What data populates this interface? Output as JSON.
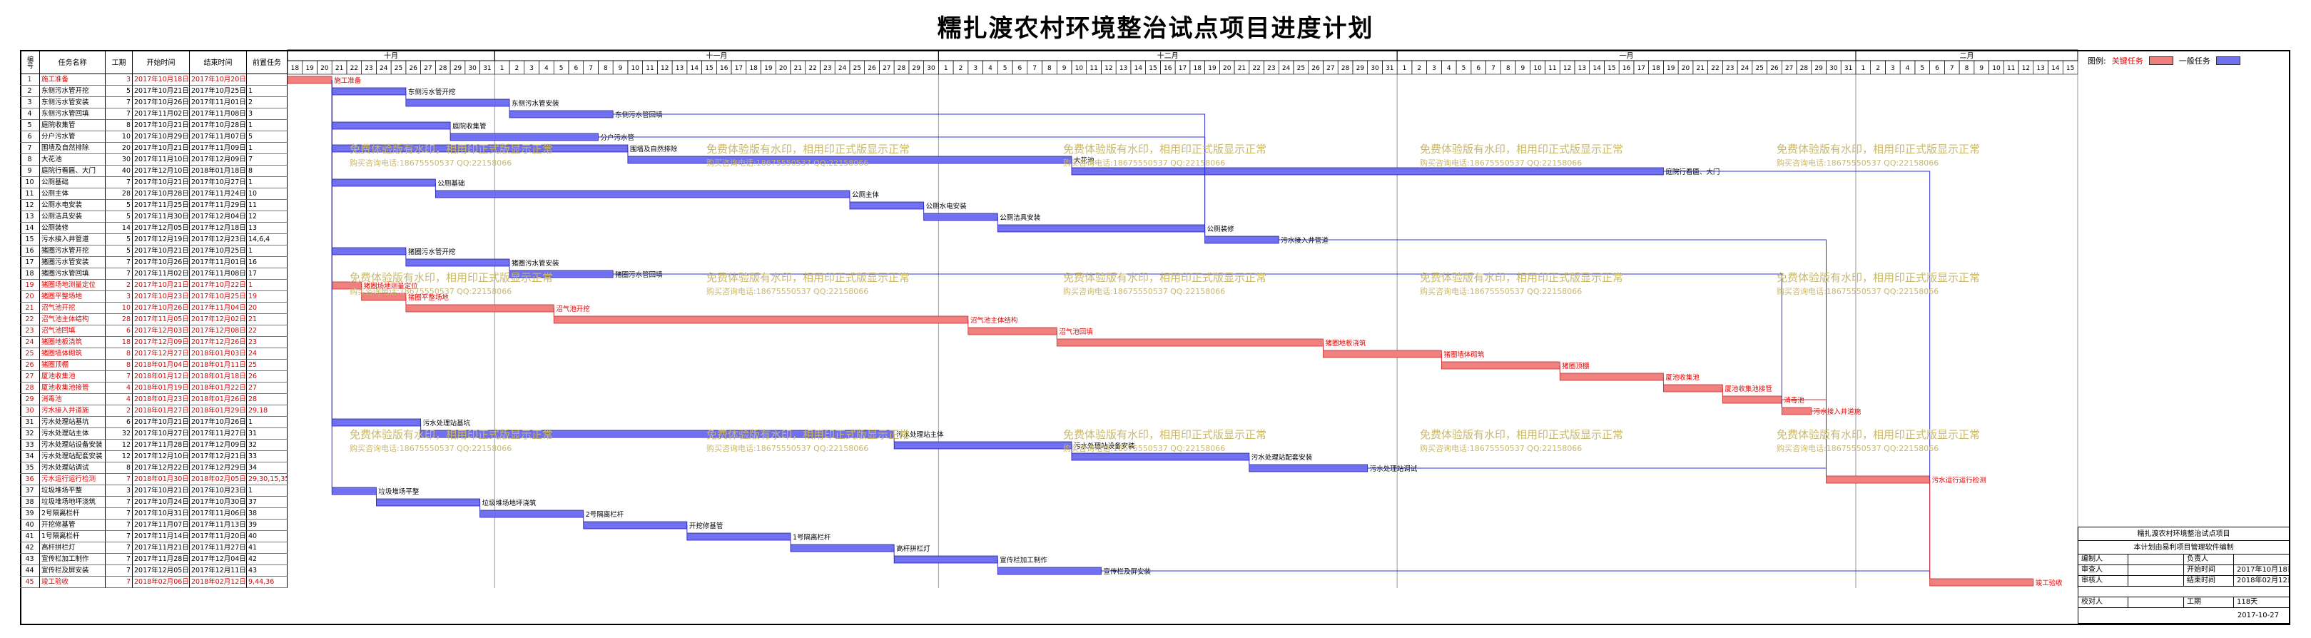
{
  "title": "糯扎渡农村环境整治试点项目进度计划",
  "colors": {
    "critical": "#f08080",
    "normal": "#7070f0",
    "critical_text": "#e00000"
  },
  "columns": [
    "编号",
    "任务名称",
    "工期",
    "开始时间",
    "结束时间",
    "前置任务"
  ],
  "months": [
    "十月",
    "十一月",
    "十二月",
    "一月",
    "二月"
  ],
  "watermark": {
    "line1": "免费体验版有水印，相用印正式版显示正常",
    "line2": "购买咨询电话:18675550537 QQ:22158066"
  },
  "legend": {
    "label": "图例:",
    "critical": "关键任务",
    "normal": "一般任务"
  },
  "info": {
    "project": "糯扎渡农村环境整治试点项目",
    "software": "本计划由易利项目管理软件编制",
    "rows": [
      {
        "k1": "编制人",
        "v1": "",
        "k2": "负责人",
        "v2": ""
      },
      {
        "k1": "审查人",
        "v1": "",
        "k2": "开始时间",
        "v2": "2017年10月18日"
      },
      {
        "k1": "审核人",
        "v1": "",
        "k2": "结束时间",
        "v2": "2018年02月12日"
      },
      {
        "k1": "校对人",
        "v1": "",
        "k2": "工期",
        "v2": "118天"
      }
    ],
    "date": "2017-10-27"
  },
  "tasks": [
    {
      "id": "1",
      "name": "施工准备",
      "dur": "3",
      "start": "2017年10月18日",
      "end": "2017年10月20日",
      "pred": "",
      "crit": true,
      "s": 0,
      "d": 3
    },
    {
      "id": "2",
      "name": "东侧污水管开挖",
      "dur": "5",
      "start": "2017年10月21日",
      "end": "2017年10月25日",
      "pred": "1",
      "crit": false,
      "s": 3,
      "d": 5
    },
    {
      "id": "3",
      "name": "东侧污水管安装",
      "dur": "7",
      "start": "2017年10月26日",
      "end": "2017年11月01日",
      "pred": "2",
      "crit": false,
      "s": 8,
      "d": 7
    },
    {
      "id": "4",
      "name": "东侧污水管回填",
      "dur": "7",
      "start": "2017年11月02日",
      "end": "2017年11月08日",
      "pred": "3",
      "crit": false,
      "s": 15,
      "d": 7
    },
    {
      "id": "5",
      "name": "庭院收集管",
      "dur": "8",
      "start": "2017年10月21日",
      "end": "2017年10月28日",
      "pred": "1",
      "crit": false,
      "s": 3,
      "d": 8
    },
    {
      "id": "6",
      "name": "分户污水管",
      "dur": "10",
      "start": "2017年10月29日",
      "end": "2017年11月07日",
      "pred": "5",
      "crit": false,
      "s": 11,
      "d": 10
    },
    {
      "id": "7",
      "name": "围墙及自然排除",
      "dur": "20",
      "start": "2017年10月21日",
      "end": "2017年11月09日",
      "pred": "1",
      "crit": false,
      "s": 3,
      "d": 20
    },
    {
      "id": "8",
      "name": "大花池",
      "dur": "30",
      "start": "2017年11月10日",
      "end": "2017年12月09日",
      "pred": "7",
      "crit": false,
      "s": 23,
      "d": 30
    },
    {
      "id": "9",
      "name": "庭院行看匾、大门",
      "dur": "40",
      "start": "2017年12月10日",
      "end": "2018年01月18日",
      "pred": "8",
      "crit": false,
      "s": 53,
      "d": 40
    },
    {
      "id": "10",
      "name": "公厕基础",
      "dur": "7",
      "start": "2017年10月21日",
      "end": "2017年10月27日",
      "pred": "1",
      "crit": false,
      "s": 3,
      "d": 7
    },
    {
      "id": "11",
      "name": "公厕主体",
      "dur": "28",
      "start": "2017年10月28日",
      "end": "2017年11月24日",
      "pred": "10",
      "crit": false,
      "s": 10,
      "d": 28
    },
    {
      "id": "12",
      "name": "公厕水电安装",
      "dur": "5",
      "start": "2017年11月25日",
      "end": "2017年11月29日",
      "pred": "11",
      "crit": false,
      "s": 38,
      "d": 5
    },
    {
      "id": "13",
      "name": "公厕洁具安装",
      "dur": "5",
      "start": "2017年11月30日",
      "end": "2017年12月04日",
      "pred": "12",
      "crit": false,
      "s": 43,
      "d": 5
    },
    {
      "id": "14",
      "name": "公厕装修",
      "dur": "14",
      "start": "2017年12月05日",
      "end": "2017年12月18日",
      "pred": "13",
      "crit": false,
      "s": 48,
      "d": 14
    },
    {
      "id": "15",
      "name": "污水接入井管道",
      "dur": "5",
      "start": "2017年12月19日",
      "end": "2017年12月23日",
      "pred": "14,6,4",
      "crit": false,
      "s": 62,
      "d": 5
    },
    {
      "id": "16",
      "name": "猪圈污水管开挖",
      "dur": "5",
      "start": "2017年10月21日",
      "end": "2017年10月25日",
      "pred": "1",
      "crit": false,
      "s": 3,
      "d": 5
    },
    {
      "id": "17",
      "name": "猪圈污水管安装",
      "dur": "7",
      "start": "2017年10月26日",
      "end": "2017年11月01日",
      "pred": "16",
      "crit": false,
      "s": 8,
      "d": 7
    },
    {
      "id": "18",
      "name": "猪圈污水管回填",
      "dur": "7",
      "start": "2017年11月02日",
      "end": "2017年11月08日",
      "pred": "17",
      "crit": false,
      "s": 15,
      "d": 7
    },
    {
      "id": "19",
      "name": "猪圈场地测量定位",
      "dur": "2",
      "start": "2017年10月21日",
      "end": "2017年10月22日",
      "pred": "1",
      "crit": true,
      "s": 3,
      "d": 2
    },
    {
      "id": "20",
      "name": "猪圈平整场地",
      "dur": "3",
      "start": "2017年10月23日",
      "end": "2017年10月25日",
      "pred": "19",
      "crit": true,
      "s": 5,
      "d": 3
    },
    {
      "id": "21",
      "name": "沼气池开挖",
      "dur": "10",
      "start": "2017年10月26日",
      "end": "2017年11月04日",
      "pred": "20",
      "crit": true,
      "s": 8,
      "d": 10
    },
    {
      "id": "22",
      "name": "沼气池主体结构",
      "dur": "28",
      "start": "2017年11月05日",
      "end": "2017年12月02日",
      "pred": "21",
      "crit": true,
      "s": 18,
      "d": 28
    },
    {
      "id": "23",
      "name": "沼气池回填",
      "dur": "6",
      "start": "2017年12月03日",
      "end": "2017年12月08日",
      "pred": "22",
      "crit": true,
      "s": 46,
      "d": 6
    },
    {
      "id": "24",
      "name": "猪圈地板浇筑",
      "dur": "18",
      "start": "2017年12月09日",
      "end": "2017年12月26日",
      "pred": "23",
      "crit": true,
      "s": 52,
      "d": 18
    },
    {
      "id": "25",
      "name": "猪圈墙体砌筑",
      "dur": "8",
      "start": "2017年12月27日",
      "end": "2018年01月03日",
      "pred": "24",
      "crit": true,
      "s": 70,
      "d": 8
    },
    {
      "id": "26",
      "name": "猪圈顶棚",
      "dur": "8",
      "start": "2018年01月04日",
      "end": "2018年01月11日",
      "pred": "25",
      "crit": true,
      "s": 78,
      "d": 8
    },
    {
      "id": "27",
      "name": "厦池收集池",
      "dur": "7",
      "start": "2018年01月12日",
      "end": "2018年01月18日",
      "pred": "26",
      "crit": true,
      "s": 86,
      "d": 7
    },
    {
      "id": "28",
      "name": "厦池收集池接管",
      "dur": "4",
      "start": "2018年01月19日",
      "end": "2018年01月22日",
      "pred": "27",
      "crit": true,
      "s": 93,
      "d": 4
    },
    {
      "id": "29",
      "name": "消毒池",
      "dur": "4",
      "start": "2018年01月23日",
      "end": "2018年01月26日",
      "pred": "28",
      "crit": true,
      "s": 97,
      "d": 4
    },
    {
      "id": "30",
      "name": "污水接入井道施",
      "dur": "2",
      "start": "2018年01月27日",
      "end": "2018年01月29日",
      "pred": "29,18",
      "crit": true,
      "s": 101,
      "d": 2
    },
    {
      "id": "31",
      "name": "污水处理站基坑",
      "dur": "6",
      "start": "2017年10月21日",
      "end": "2017年10月26日",
      "pred": "1",
      "crit": false,
      "s": 3,
      "d": 6
    },
    {
      "id": "32",
      "name": "污水处理站主体",
      "dur": "32",
      "start": "2017年10月27日",
      "end": "2017年11月27日",
      "pred": "31",
      "crit": false,
      "s": 9,
      "d": 32
    },
    {
      "id": "33",
      "name": "污水处理站设备安装",
      "dur": "12",
      "start": "2017年11月28日",
      "end": "2017年12月09日",
      "pred": "32",
      "crit": false,
      "s": 41,
      "d": 12
    },
    {
      "id": "34",
      "name": "污水处理站配套安装",
      "dur": "12",
      "start": "2017年12月10日",
      "end": "2017年12月21日",
      "pred": "33",
      "crit": false,
      "s": 53,
      "d": 12
    },
    {
      "id": "35",
      "name": "污水处理站调试",
      "dur": "8",
      "start": "2017年12月22日",
      "end": "2017年12月29日",
      "pred": "34",
      "crit": false,
      "s": 65,
      "d": 8
    },
    {
      "id": "36",
      "name": "污水运行运行检测",
      "dur": "7",
      "start": "2018年01月30日",
      "end": "2018年02月05日",
      "pred": "29,30,15,35",
      "crit": true,
      "s": 104,
      "d": 7
    },
    {
      "id": "37",
      "name": "垃圾堆场平整",
      "dur": "3",
      "start": "2017年10月21日",
      "end": "2017年10月23日",
      "pred": "1",
      "crit": false,
      "s": 3,
      "d": 3
    },
    {
      "id": "38",
      "name": "垃圾堆场地坪浇筑",
      "dur": "7",
      "start": "2017年10月24日",
      "end": "2017年10月30日",
      "pred": "37",
      "crit": false,
      "s": 6,
      "d": 7
    },
    {
      "id": "39",
      "name": "2号隔离栏杆",
      "dur": "7",
      "start": "2017年10月31日",
      "end": "2017年11月06日",
      "pred": "38",
      "crit": false,
      "s": 13,
      "d": 7
    },
    {
      "id": "40",
      "name": "开挖修基管",
      "dur": "7",
      "start": "2017年11月07日",
      "end": "2017年11月13日",
      "pred": "39",
      "crit": false,
      "s": 20,
      "d": 7
    },
    {
      "id": "41",
      "name": "1号隔离栏杆",
      "dur": "7",
      "start": "2017年11月14日",
      "end": "2017年11月20日",
      "pred": "40",
      "crit": false,
      "s": 27,
      "d": 7
    },
    {
      "id": "42",
      "name": "高杆拼栏灯",
      "dur": "7",
      "start": "2017年11月21日",
      "end": "2017年11月27日",
      "pred": "41",
      "crit": false,
      "s": 34,
      "d": 7
    },
    {
      "id": "43",
      "name": "宣传栏加工制作",
      "dur": "7",
      "start": "2017年11月28日",
      "end": "2017年12月04日",
      "pred": "42",
      "crit": false,
      "s": 41,
      "d": 7
    },
    {
      "id": "44",
      "name": "宣传栏及屏安装",
      "dur": "7",
      "start": "2017年12月05日",
      "end": "2017年12月11日",
      "pred": "43",
      "crit": false,
      "s": 48,
      "d": 7
    },
    {
      "id": "45",
      "name": "竣工验收",
      "dur": "7",
      "start": "2018年02月06日",
      "end": "2018年02月12日",
      "pred": "9,44,36",
      "crit": true,
      "s": 111,
      "d": 7
    }
  ]
}
